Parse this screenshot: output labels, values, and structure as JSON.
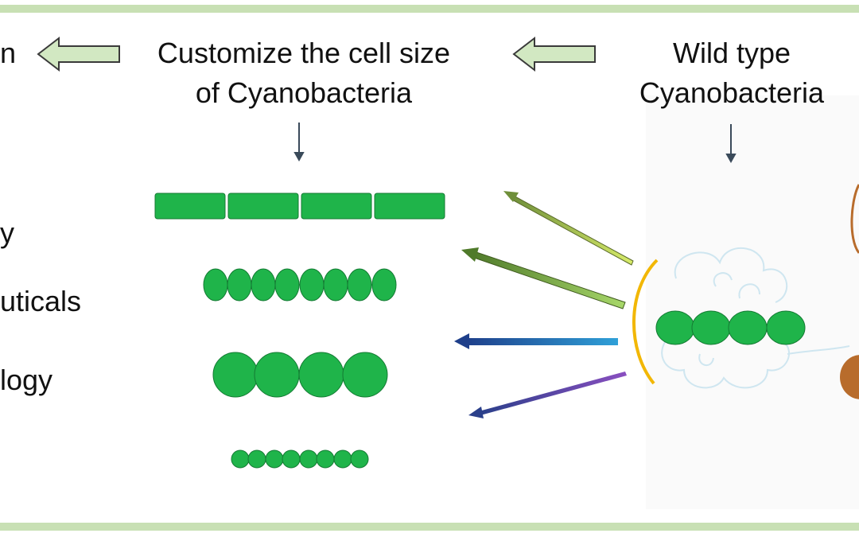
{
  "colors": {
    "frame": "#c8e0b4",
    "cell_fill": "#1fb44a",
    "cell_stroke": "#147a33",
    "block_arrow_fill": "#d2e8c2",
    "block_arrow_stroke": "#3a3a3a",
    "bracket": "#f2b705",
    "cloud": "#cfe6f0",
    "sun": "#b86c2c"
  },
  "header": {
    "left_partial": "n",
    "middle_line1": "Customize the cell size",
    "middle_line2": "of Cyanobacteria",
    "right_line1": "Wild type",
    "right_line2": "Cyanobacteria"
  },
  "left_list": {
    "item1": "y",
    "item2": "uticals",
    "item3": "logy"
  },
  "icons": {
    "left_arrow": "hollow-left-arrow-icon",
    "right_arrow": "hollow-left-arrow-icon",
    "down_arrow": "down-arrow-icon",
    "cloud": "cloud-icon"
  }
}
